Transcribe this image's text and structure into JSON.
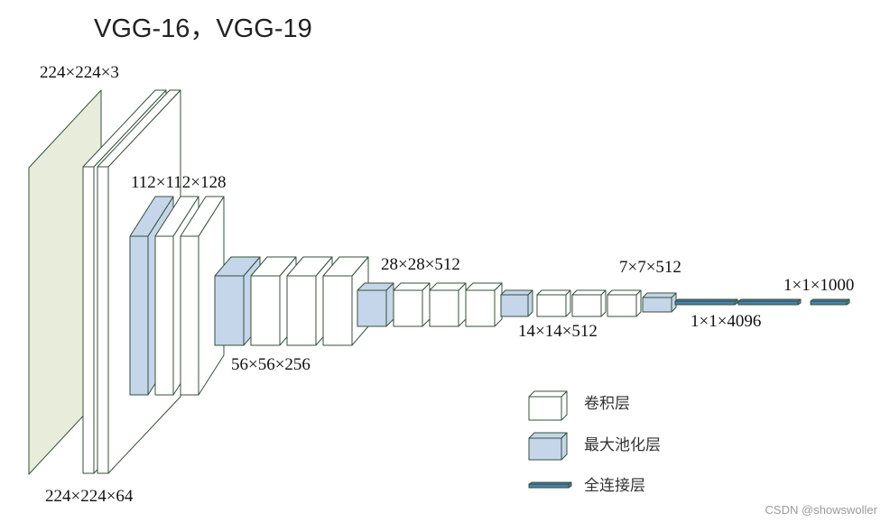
{
  "title": "VGG-16，VGG-19",
  "labels": {
    "input": "224×224×3",
    "conv1": "224×224×64",
    "conv2": "112×112×128",
    "conv3": "56×56×256",
    "conv4": "28×28×512",
    "conv5": "14×14×512",
    "pool5": "7×7×512",
    "fc": "1×1×4096",
    "output": "1×1×1000"
  },
  "legend": {
    "conv": "卷积层",
    "pool": "最大池化层",
    "fc": "全连接层"
  },
  "colors": {
    "input_fill": "#e7edda",
    "conv_fill": "#ffffff",
    "pool_fill": "#c5d5ea",
    "fc_fill": "#4a7fb0",
    "stroke": "#34523a"
  },
  "watermark": "CSDN @showswoller"
}
